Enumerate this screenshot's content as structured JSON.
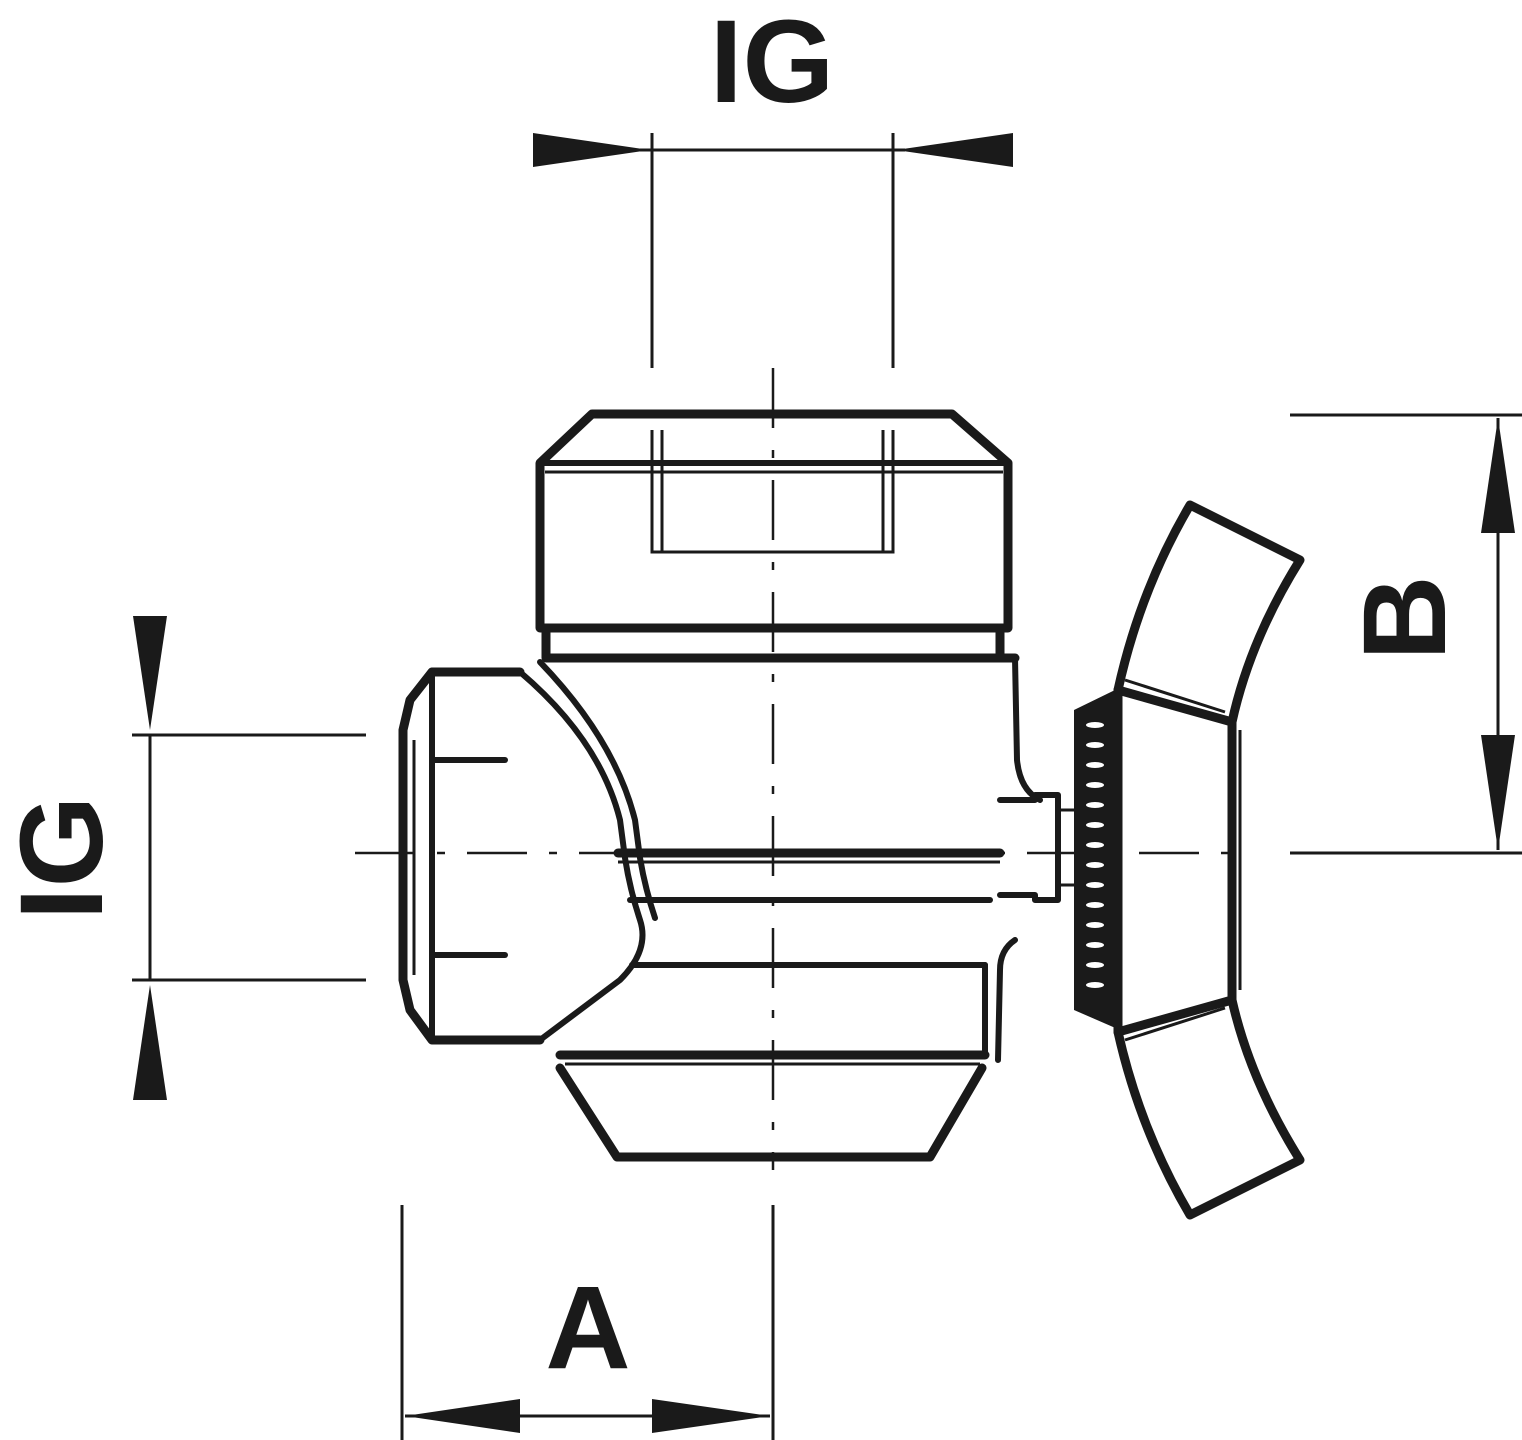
{
  "drawing": {
    "subject": "angle valve with wing-nut handle, technical dimension drawing",
    "colors": {
      "line": "#1a1a1a",
      "background": "#ffffff"
    },
    "dimensions": {
      "top_thread": {
        "label": "IG"
      },
      "left_thread": {
        "label": "IG"
      },
      "bottom_offset": {
        "label": "A"
      },
      "right_height": {
        "label": "B"
      }
    }
  }
}
